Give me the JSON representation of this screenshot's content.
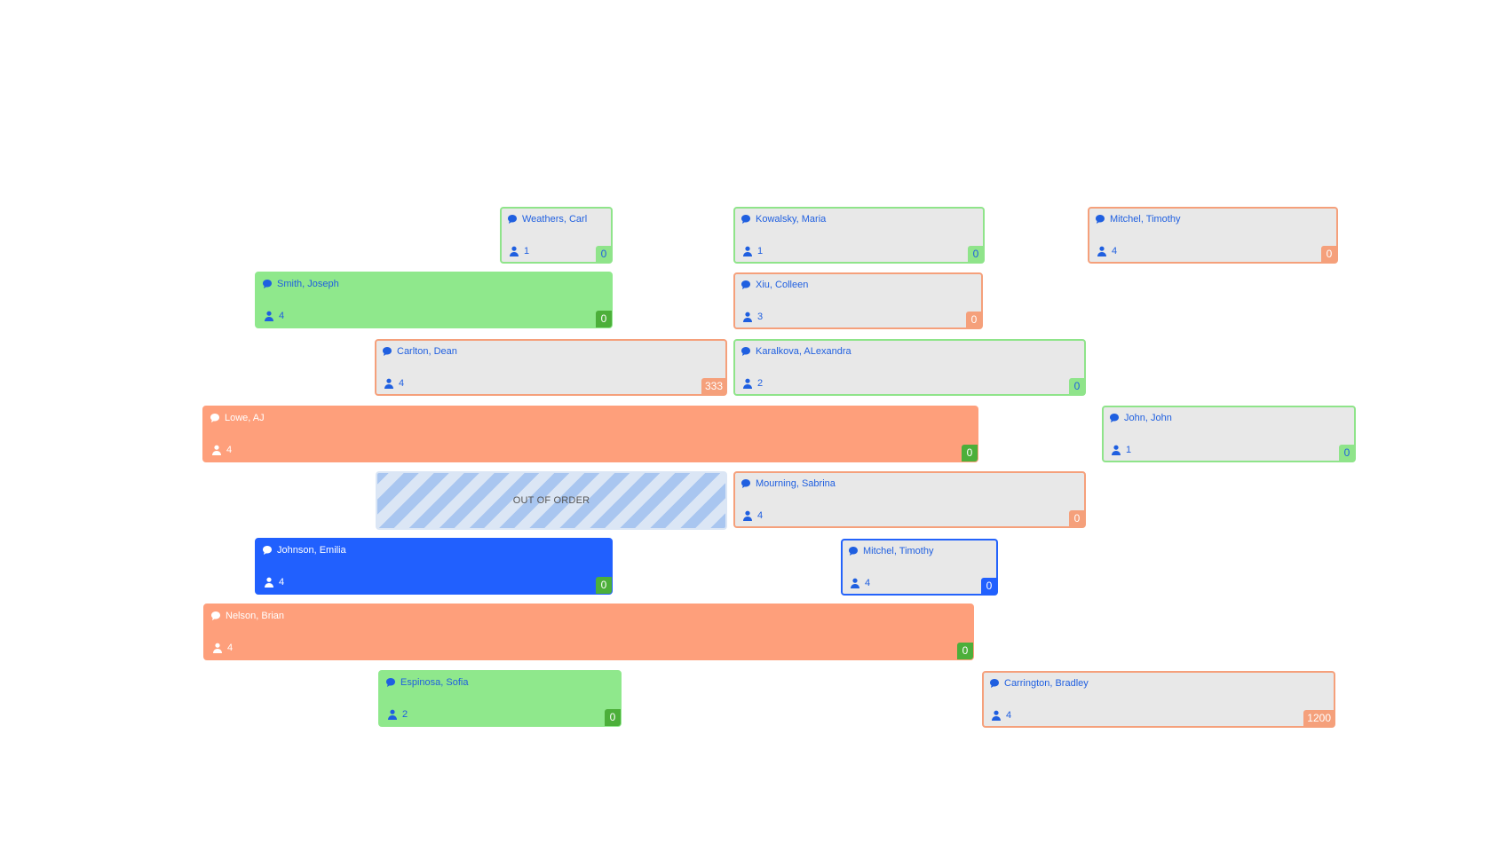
{
  "reservations": [
    {
      "guest": "Weathers, Carl",
      "count": "1",
      "badge": "0"
    },
    {
      "guest": "Kowalsky, Maria",
      "count": "1",
      "badge": "0"
    },
    {
      "guest": "Mitchel, Timothy",
      "count": "4",
      "badge": "0"
    },
    {
      "guest": "Smith, Joseph",
      "count": "4",
      "badge": "0"
    },
    {
      "guest": "Xiu, Colleen",
      "count": "3",
      "badge": "0"
    },
    {
      "guest": "Carlton, Dean",
      "count": "4",
      "badge": "333"
    },
    {
      "guest": "Karalkova, ALexandra",
      "count": "2",
      "badge": "0"
    },
    {
      "guest": "Lowe, AJ",
      "count": "4",
      "badge": "0"
    },
    {
      "guest": "John, John",
      "count": "1",
      "badge": "0"
    },
    {
      "guest": "Mourning, Sabrina",
      "count": "4",
      "badge": "0"
    },
    {
      "guest": "Johnson, Emilia",
      "count": "4",
      "badge": "0"
    },
    {
      "guest": "Mitchel, Timothy",
      "count": "4",
      "badge": "0"
    },
    {
      "guest": "Nelson, Brian",
      "count": "4",
      "badge": "0"
    },
    {
      "guest": "Espinosa, Sofia",
      "count": "2",
      "badge": "0"
    },
    {
      "guest": "Carrington, Bradley",
      "count": "4",
      "badge": "1200"
    }
  ],
  "out_of_order": {
    "label": "OUT OF ORDER"
  },
  "colors": {
    "green_light": "#8fe88c",
    "green_dark": "#4caf3a",
    "orange": "#fe9f7b",
    "blue": "#2160fe",
    "neutral_fill": "#e8e8e8"
  },
  "icons": {
    "chat": "chat-bubble-icon",
    "guest": "person-icon"
  }
}
